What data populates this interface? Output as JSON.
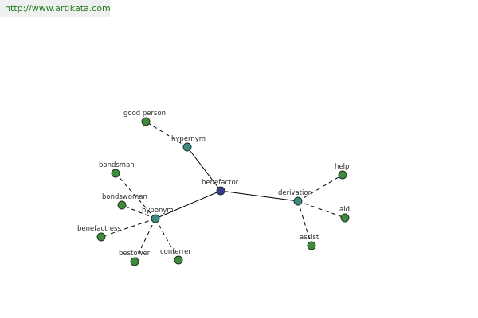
{
  "header": {
    "source_url": "http://www.artikata.com"
  },
  "colors": {
    "center_node": "#3b3b8f",
    "relation_node": "#3d8a86",
    "word_node": "#3f8a3f",
    "source_link_text": "#1a7a1a",
    "source_link_background": "#f0f0f0"
  },
  "graph": {
    "center": {
      "id": "benefactor",
      "label": "benefactor",
      "kind": "center"
    },
    "relations": [
      {
        "id": "hypernym",
        "label": "hypernym",
        "kind": "relation"
      },
      {
        "id": "hyponym",
        "label": "hyponym",
        "kind": "relation"
      },
      {
        "id": "derivation",
        "label": "derivation",
        "kind": "relation"
      }
    ],
    "words": [
      {
        "id": "good-person",
        "label": "good person",
        "relation": "hypernym"
      },
      {
        "id": "bondsman",
        "label": "bondsman",
        "relation": "hyponym"
      },
      {
        "id": "bondswoman",
        "label": "bondswoman",
        "relation": "hyponym"
      },
      {
        "id": "benefactress",
        "label": "benefactress",
        "relation": "hyponym"
      },
      {
        "id": "bestower",
        "label": "bestower",
        "relation": "hyponym"
      },
      {
        "id": "conferrer",
        "label": "conferrer",
        "relation": "hyponym"
      },
      {
        "id": "help",
        "label": "help",
        "relation": "derivation"
      },
      {
        "id": "aid",
        "label": "aid",
        "relation": "derivation"
      },
      {
        "id": "assist",
        "label": "assist",
        "relation": "derivation"
      }
    ]
  }
}
